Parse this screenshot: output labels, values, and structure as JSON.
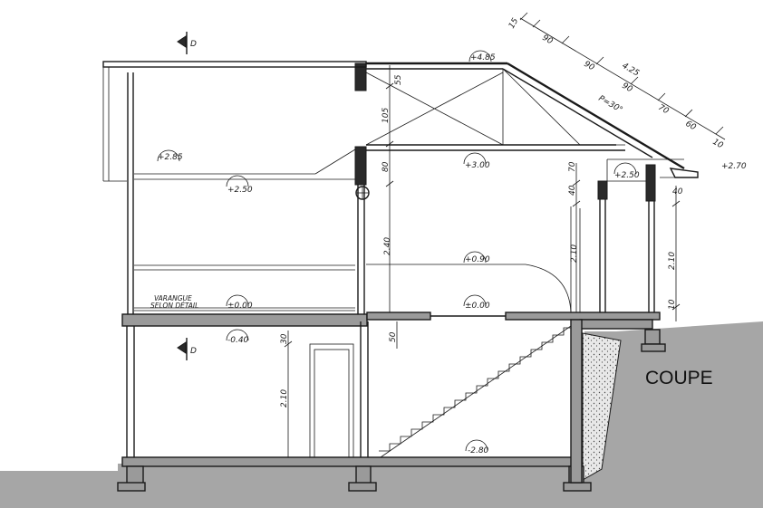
{
  "title": "COUPE",
  "colors": {
    "ground": "#a6a6a6",
    "ink": "#1a1a1a",
    "slab": "#9a9a9a"
  },
  "section_markers": [
    "D",
    "D"
  ],
  "levels": {
    "ridge": "+4.85",
    "upper_ceiling_left": "+2.85",
    "upper_ceiling_right": "+3.00",
    "mezzanine": "+2.50",
    "eave_inner": "+2.50",
    "eave_outer": "+2.70",
    "counter": "+0.90",
    "floor_left": "±0.00",
    "floor_center": "±0.00",
    "lower_level": "-0.40",
    "basement": "-2.80"
  },
  "dimensions": {
    "roof_15": "15",
    "roof_90_a": "90",
    "roof_90_b": "90",
    "roof_90_c": "90",
    "roof_70": "70",
    "roof_60": "60",
    "roof_10": "10",
    "roof_total": "4.25",
    "slope": "P=30°",
    "v55": "55",
    "v105": "105",
    "v80": "80",
    "v240": "2.40",
    "v70": "70",
    "v40a": "40",
    "v40b": "40",
    "v210_door": "2.10",
    "v210_right": "2.10",
    "v10": "10",
    "v210_basement": "2.10",
    "v30": "30",
    "v50": "50"
  },
  "notes": {
    "floor_note_1": "VARANGUE",
    "floor_note_2": "SELON DÉTAIL"
  }
}
